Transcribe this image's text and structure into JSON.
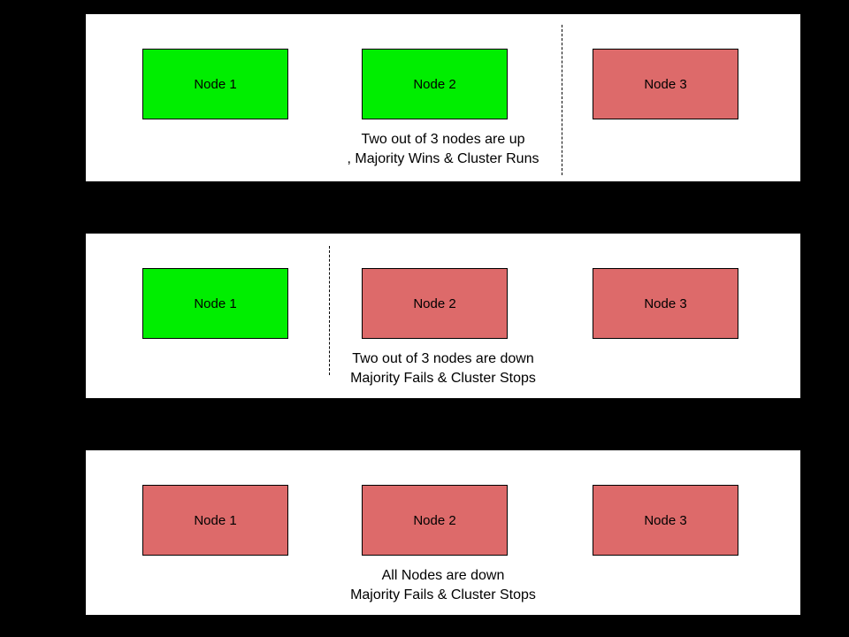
{
  "colors": {
    "background": "#000000",
    "panel": "#ffffff",
    "node_up": "#00ee00",
    "node_down": "#dd6a6a",
    "border": "#000000"
  },
  "panels": [
    {
      "name": "two-nodes-up",
      "nodes": [
        {
          "label": "Node 1",
          "state": "up",
          "color": "#00ee00"
        },
        {
          "label": "Node 2",
          "state": "up",
          "color": "#00ee00"
        },
        {
          "label": "Node 3",
          "state": "down",
          "color": "#dd6a6a"
        }
      ],
      "caption_line1": "Two out of 3 nodes are up",
      "caption_line2": ", Majority Wins & Cluster Runs"
    },
    {
      "name": "two-nodes-down",
      "nodes": [
        {
          "label": "Node 1",
          "state": "up",
          "color": "#00ee00"
        },
        {
          "label": "Node 2",
          "state": "down",
          "color": "#dd6a6a"
        },
        {
          "label": "Node 3",
          "state": "down",
          "color": "#dd6a6a"
        }
      ],
      "caption_line1": "Two out of 3 nodes are down",
      "caption_line2": "Majority Fails & Cluster Stops"
    },
    {
      "name": "all-nodes-down",
      "nodes": [
        {
          "label": "Node 1",
          "state": "down",
          "color": "#dd6a6a"
        },
        {
          "label": "Node 2",
          "state": "down",
          "color": "#dd6a6a"
        },
        {
          "label": "Node 3",
          "state": "down",
          "color": "#dd6a6a"
        }
      ],
      "caption_line1": "All Nodes are down",
      "caption_line2": "Majority Fails & Cluster Stops"
    }
  ]
}
